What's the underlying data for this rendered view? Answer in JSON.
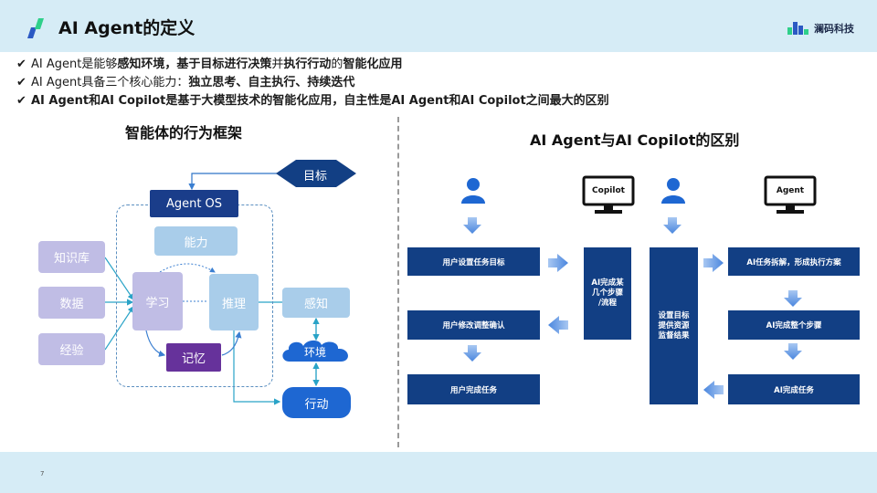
{
  "header": {
    "title": "AI Agent的定义",
    "brand": "澜码科技"
  },
  "bullets": [
    {
      "parts": [
        {
          "t": "AI Agent是能够",
          "b": false
        },
        {
          "t": "感知环境",
          "b": true
        },
        {
          "t": "，基于目标进行",
          "b": true
        },
        {
          "t": "决策",
          "b": true
        },
        {
          "t": "并",
          "b": false
        },
        {
          "t": "执行行动",
          "b": true
        },
        {
          "t": "的",
          "b": false
        },
        {
          "t": "智能化应用",
          "b": true
        }
      ]
    },
    {
      "parts": [
        {
          "t": "AI Agent具备三个核心能力：",
          "b": false
        },
        {
          "t": "独立思考、自主执行、持续迭代",
          "b": true
        }
      ]
    },
    {
      "parts": [
        {
          "t": "AI Agent和AI Copilot是基于大模型技术的智能化应用，自主性是AI Agent和AI Copilot之间最大的区别",
          "b": true
        }
      ]
    }
  ],
  "left": {
    "title": "智能体的行为框架",
    "goal": "目标",
    "agent_os": "Agent OS",
    "ability": "能力",
    "knowledge": "知识库",
    "data": "数据",
    "experience": "经验",
    "learning": "学习",
    "reasoning": "推理",
    "memory": "记忆",
    "perception": "感知",
    "environment": "环境",
    "action": "行动"
  },
  "right": {
    "title": "AI Agent与AI Copilot的区别",
    "copilot_label": "Copilot",
    "agent_label": "Agent",
    "user_set_goal": "用户设置任务目标",
    "user_modify": "用户修改调整确认",
    "user_done": "用户完成任务",
    "ai_steps": [
      "AI完成某",
      "几个步骤",
      "/流程"
    ],
    "set_goal": [
      "设置目标",
      "提供资源",
      "监督结果"
    ],
    "ai_plan": "AI任务拆解，形成执行方案",
    "ai_all_steps": "AI完成整个步骤",
    "ai_done": "AI完成任务"
  },
  "page_number": "7",
  "colors": {
    "header_bg": "#d6ecf6",
    "navy": "#123f84",
    "accent_blue": "#1e67d2",
    "purple": "#c0bde5",
    "light_blue": "#a9cdea",
    "dark_purple": "#66329b",
    "arrow_blue": "#5b8fe0"
  }
}
